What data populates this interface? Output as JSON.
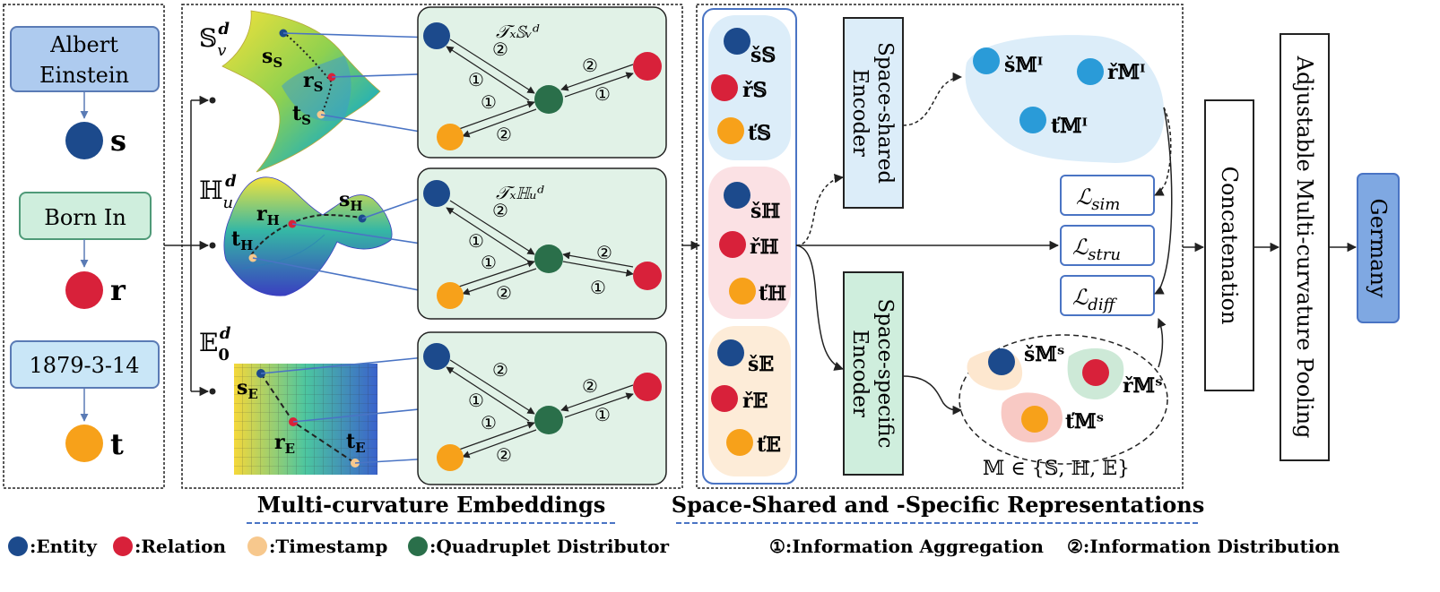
{
  "input": {
    "subject_label": "Albert Einstein",
    "subject_line1": "Albert",
    "subject_line2": "Einstein",
    "relation_label": "Born In",
    "time_label": "1879-3-14",
    "s": "s",
    "r": "r",
    "t": "t"
  },
  "spaces": {
    "sphere": {
      "label": "𝕊",
      "sub": "v",
      "sup": "d",
      "tangent_label": "𝒯ₓ𝕊ᵥᵈ",
      "s": "s",
      "s_sub": "S",
      "r": "r",
      "r_sub": "S",
      "t": "t",
      "t_sub": "S"
    },
    "hyper": {
      "label": "ℍ",
      "sub": "u",
      "sup": "d",
      "tangent_label": "𝒯ₓℍᵤᵈ",
      "s": "s",
      "s_sub": "H",
      "r": "r",
      "r_sub": "H",
      "t": "t",
      "t_sub": "H"
    },
    "euclid": {
      "label": "𝔼",
      "sub": "0",
      "sup": "d",
      "s": "s",
      "s_sub": "E",
      "r": "r",
      "r_sub": "E",
      "t": "t",
      "t_sub": "E"
    }
  },
  "markers": {
    "one": "①",
    "two": "②"
  },
  "reps": {
    "sphere": [
      "š𝕊",
      "ř𝕊",
      "ť𝕊"
    ],
    "hyper": [
      "šℍ",
      "řℍ",
      "ťℍ"
    ],
    "euclid": [
      "š𝔼",
      "ř𝔼",
      "ť𝔼"
    ]
  },
  "encoders": {
    "shared": "Space-shared Encoder",
    "specific": "Space-specific Encoder"
  },
  "shared_reps": [
    "š𝕄ᴵ",
    "ř𝕄ᴵ",
    "ť𝕄ᴵ"
  ],
  "specific_reps": [
    "š𝕄ˢ",
    "ř𝕄ˢ",
    "ť𝕄ˢ"
  ],
  "membership": "𝕄 ∈ {𝕊, ℍ, 𝔼}",
  "losses": [
    "ℒsim",
    "ℒstru",
    "ℒdiff"
  ],
  "loss_parts": [
    {
      "main": "ℒ",
      "sub": "sim"
    },
    {
      "main": "ℒ",
      "sub": "stru"
    },
    {
      "main": "ℒ",
      "sub": "diff"
    }
  ],
  "concat_label": "Concatenation",
  "pooling_label": "Adjustable Multi-curvature Pooling",
  "output_label": "Germany",
  "section_titles": {
    "left": "Multi-curvature Embeddings",
    "right": "Space-Shared and -Specific Representations"
  },
  "legend": {
    "entity": ":Entity",
    "relation": ":Relation",
    "timestamp": ":Timestamp",
    "distributor": ":Quadruplet Distributor",
    "agg": "①:Information Aggregation",
    "dist": "②:Information Distribution"
  },
  "colors": {
    "entity": "#1c4a8c",
    "relation": "#d8213a",
    "timestamp": "#f7a11a",
    "timestamp_legend": "#f7c88d",
    "distributor": "#2a6f4a",
    "rep_blue": "#2a9bd8",
    "green_panel": "#e1f2e7",
    "blue_box": "#aecbef",
    "green_box": "#cfeedd",
    "light_blue_box": "#c9e6f7",
    "output_box": "#7fa8e2"
  }
}
